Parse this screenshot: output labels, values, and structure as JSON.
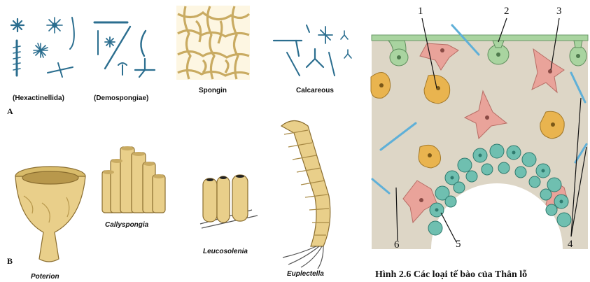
{
  "panel_a": {
    "letter": "A",
    "labels": {
      "hexactinellida": "(Hexactinellida)",
      "demospongiae": "(Demospongiae)",
      "spongin": "Spongin",
      "calcareous": "Calcareous"
    }
  },
  "panel_b": {
    "letter": "B",
    "labels": {
      "poterion": "Poterion",
      "callyspongia": "Callyspongia",
      "leucosolenia": "Leucosolenia",
      "euplectella": "Euplectella"
    }
  },
  "cell_diagram": {
    "numbers": [
      "1",
      "2",
      "3",
      "4",
      "5",
      "6"
    ],
    "caption": "Hình 2.6 Các loại tế bào của Thân lỗ"
  },
  "colors": {
    "spicule_blue": "#2b6e8f",
    "sponge_tan": "#e9cf8a",
    "matrix_bg": "#ddd6c6",
    "pinacocyte_green": "#a9d4a0",
    "amoebocyte_orange": "#e9b44f",
    "collencyte_pink": "#e9a39a",
    "choanocyte_teal": "#6fbfb0",
    "spicule_light": "#5fb0d8"
  }
}
